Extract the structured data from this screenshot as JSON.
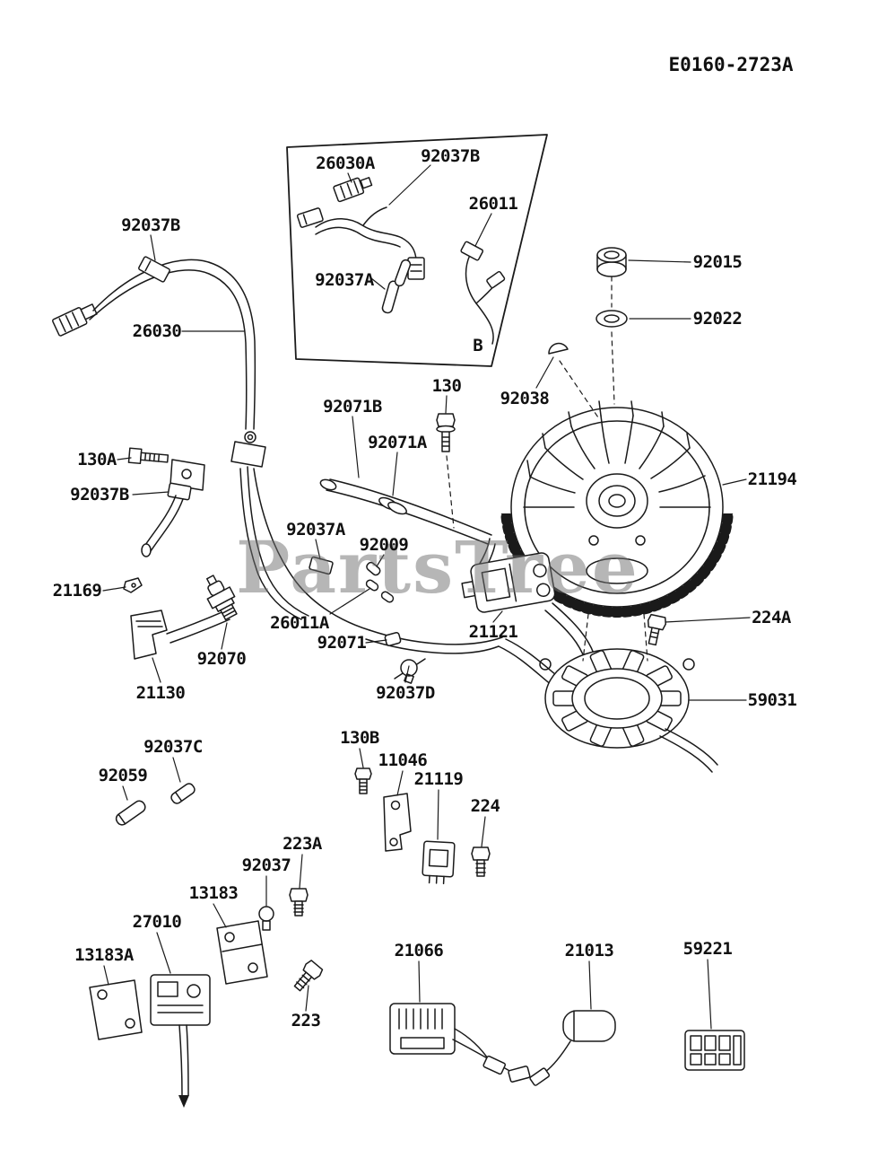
{
  "page": {
    "title_code": "E0160-2723A",
    "watermark": "PartsTree",
    "inset_marker": "B"
  },
  "labels": [
    {
      "text": "26030A"
    },
    {
      "text": "92037B"
    },
    {
      "text": "26011"
    },
    {
      "text": "92037B"
    },
    {
      "text": "92037A"
    },
    {
      "text": "26030"
    },
    {
      "text": "92015"
    },
    {
      "text": "92022"
    },
    {
      "text": "130"
    },
    {
      "text": "92071B"
    },
    {
      "text": "92038"
    },
    {
      "text": "92071A"
    },
    {
      "text": "21194"
    },
    {
      "text": "130A"
    },
    {
      "text": "92037B"
    },
    {
      "text": "92037A"
    },
    {
      "text": "92009"
    },
    {
      "text": "21169"
    },
    {
      "text": "26011A"
    },
    {
      "text": "21121"
    },
    {
      "text": "224A"
    },
    {
      "text": "92070"
    },
    {
      "text": "92071"
    },
    {
      "text": "21130"
    },
    {
      "text": "92037D"
    },
    {
      "text": "59031"
    },
    {
      "text": "92037C"
    },
    {
      "text": "130B"
    },
    {
      "text": "92059"
    },
    {
      "text": "11046"
    },
    {
      "text": "21119"
    },
    {
      "text": "224"
    },
    {
      "text": "223A"
    },
    {
      "text": "92037"
    },
    {
      "text": "13183"
    },
    {
      "text": "27010"
    },
    {
      "text": "13183A"
    },
    {
      "text": "223"
    },
    {
      "text": "21066"
    },
    {
      "text": "21013"
    },
    {
      "text": "59221"
    }
  ]
}
